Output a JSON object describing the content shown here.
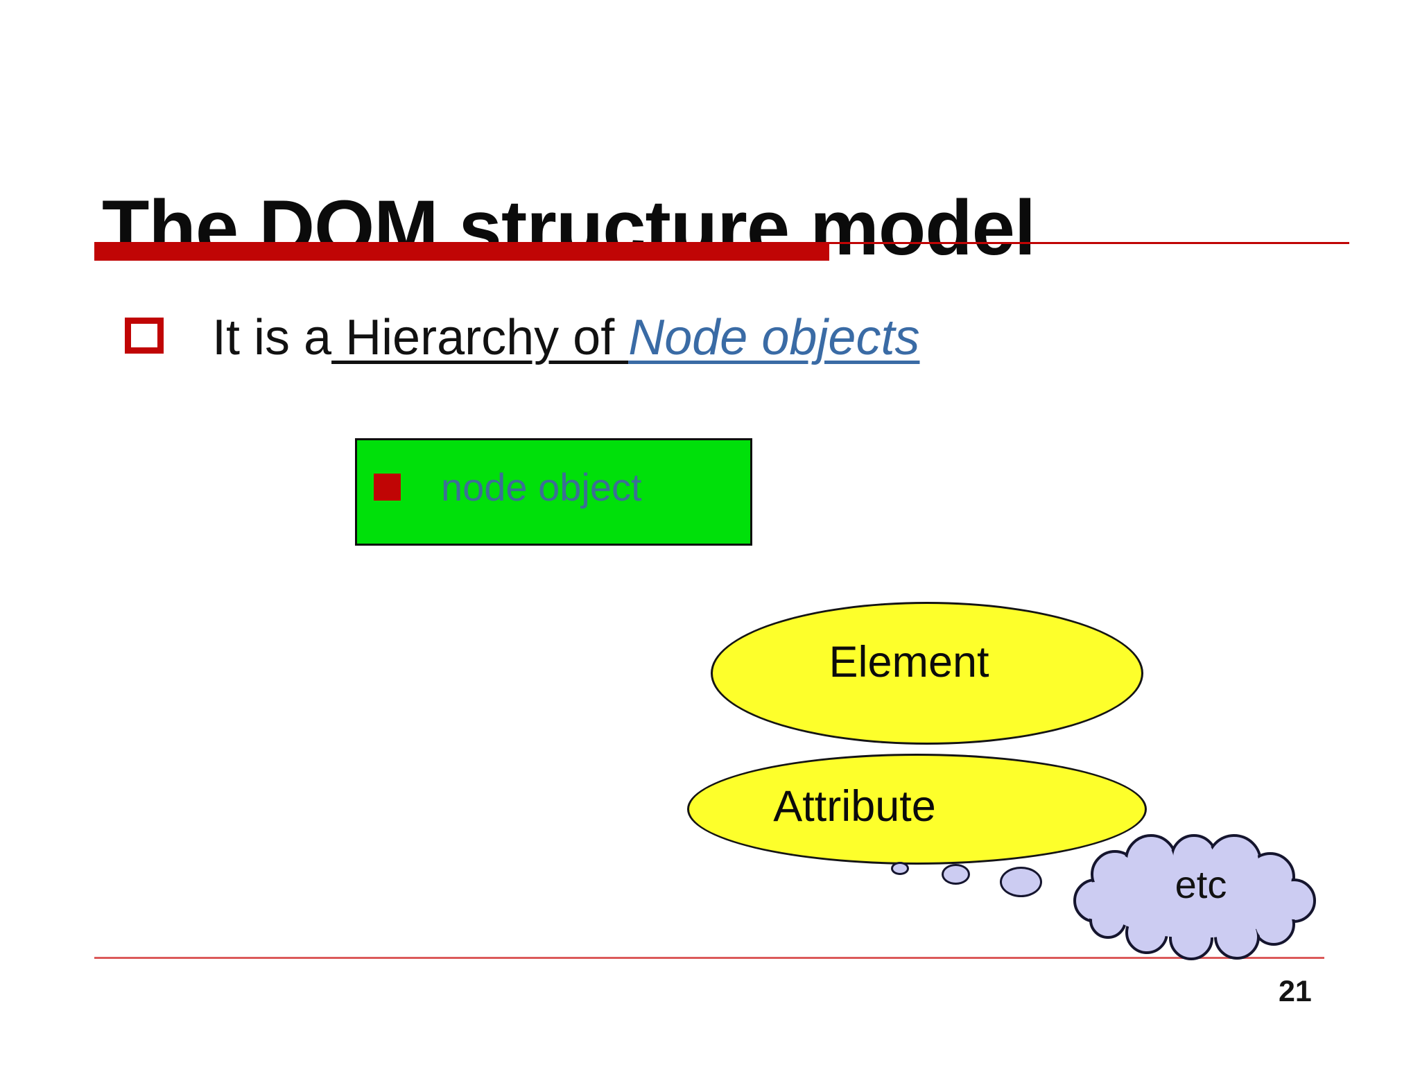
{
  "title": "The DOM structure model",
  "bullet": {
    "prefix": "It is a",
    "underlined": " Hierarchy of ",
    "emphasis": "Node objects"
  },
  "node_box": {
    "label": "node object"
  },
  "diagram": {
    "element_label": "Element",
    "attribute_label": "Attribute",
    "cloud_label": "etc"
  },
  "page_number": "21",
  "colors": {
    "accent_red": "#C00505",
    "bright_green": "#00E00A",
    "slate_blue_text": "#3D6E96",
    "link_blue": "#3A6BA5",
    "ellipse_yellow": "#FDFF2B",
    "cloud_lavender": "#CCCCF2",
    "cloud_outline": "#15152E",
    "footer_line_red": "#DB5A5A"
  }
}
